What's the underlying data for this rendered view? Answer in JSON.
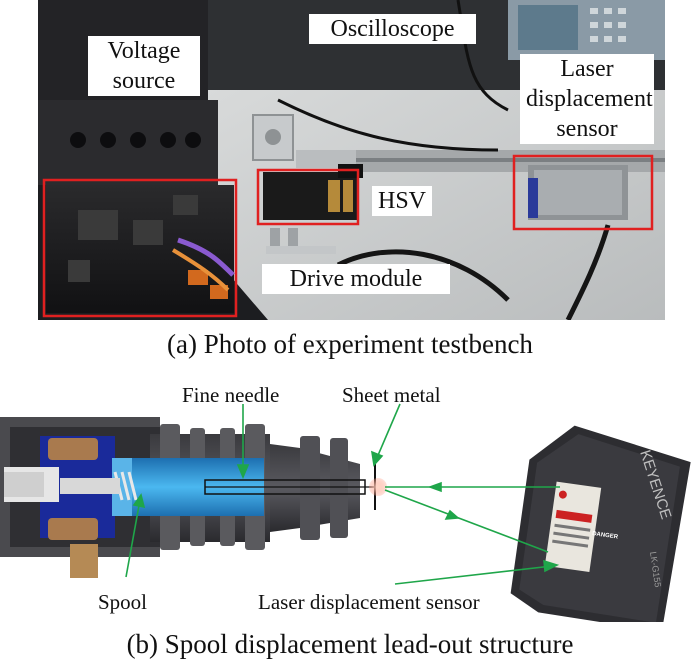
{
  "photo": {
    "labels": {
      "voltage_source": "Voltage source",
      "oscilloscope": "Oscilloscope",
      "laser_sensor": "Laser displacement sensor",
      "hsv": "HSV",
      "drive_module": "Drive module"
    },
    "caption": "(a) Photo of experiment testbench",
    "box_color": "#e02020"
  },
  "diagram": {
    "labels": {
      "fine_needle": "Fine needle",
      "sheet_metal": "Sheet metal",
      "spool": "Spool",
      "laser_sensor": "Laser displacement sensor",
      "sensor_brand": "KEYENCE",
      "sensor_model": "LK-G155",
      "danger": "DANGER"
    },
    "caption": "(b) Spool displacement lead-out structure",
    "arrow_color": "#1fa64a"
  }
}
